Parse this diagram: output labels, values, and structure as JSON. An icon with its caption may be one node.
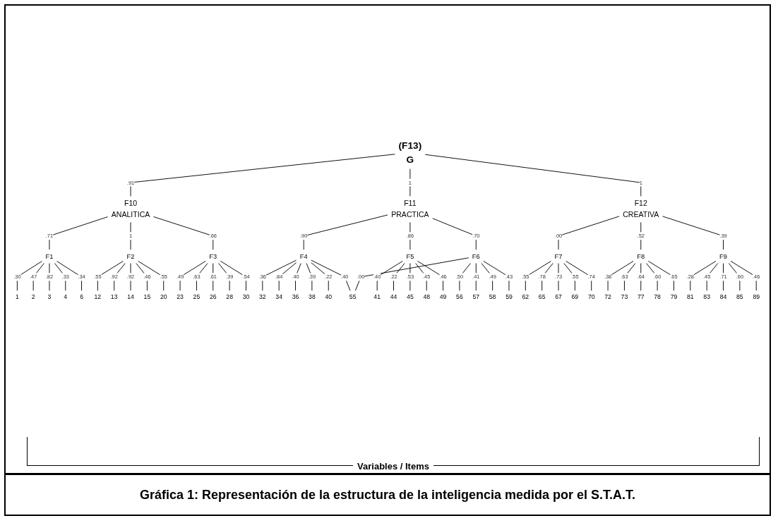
{
  "diagram": {
    "caption": "Gráfica 1: Representación de la estructura de la inteligencia medida por el S.T.A.T.",
    "nodes": [
      {
        "text": [
          "(F13)",
          "G"
        ]
      },
      {
        "text": [
          "F10",
          "ANALITICA"
        ]
      },
      {
        "text": [
          "F11",
          "PRACTICA"
        ]
      },
      {
        "text": [
          "F12",
          "CREATIVA"
        ]
      },
      {
        "text": [
          "F1"
        ]
      },
      {
        "text": [
          "F2"
        ]
      },
      {
        "text": [
          "F3"
        ]
      },
      {
        "text": [
          "F4"
        ]
      },
      {
        "text": [
          "F5"
        ]
      },
      {
        "text": [
          "F6"
        ]
      },
      {
        "text": [
          "F7"
        ]
      },
      {
        "text": [
          "F8"
        ]
      },
      {
        "text": [
          "F9"
        ]
      },
      {
        "text": [
          "1"
        ]
      },
      {
        "text": [
          "2"
        ]
      },
      {
        "text": [
          "3"
        ]
      },
      {
        "text": [
          "4"
        ]
      },
      {
        "text": [
          "6"
        ]
      },
      {
        "text": [
          "12"
        ]
      },
      {
        "text": [
          "13"
        ]
      },
      {
        "text": [
          "14"
        ]
      },
      {
        "text": [
          "15"
        ]
      },
      {
        "text": [
          "20"
        ]
      },
      {
        "text": [
          "23"
        ]
      },
      {
        "text": [
          "25"
        ]
      },
      {
        "text": [
          "26"
        ]
      },
      {
        "text": [
          "28"
        ]
      },
      {
        "text": [
          "30"
        ]
      },
      {
        "text": [
          "32"
        ]
      },
      {
        "text": [
          "34"
        ]
      },
      {
        "text": [
          "36"
        ]
      },
      {
        "text": [
          "38"
        ]
      },
      {
        "text": [
          "40"
        ]
      },
      {
        "text": [
          "41"
        ]
      },
      {
        "text": [
          "44"
        ]
      },
      {
        "text": [
          "45"
        ]
      },
      {
        "text": [
          "48"
        ]
      },
      {
        "text": [
          "49"
        ]
      },
      {
        "text": [
          "55"
        ]
      },
      {
        "text": [
          "56"
        ]
      },
      {
        "text": [
          "57"
        ]
      },
      {
        "text": [
          "58"
        ]
      },
      {
        "text": [
          "59"
        ]
      },
      {
        "text": [
          "62"
        ]
      },
      {
        "text": [
          "65"
        ]
      },
      {
        "text": [
          "67"
        ]
      },
      {
        "text": [
          "69"
        ]
      },
      {
        "text": [
          "70"
        ]
      },
      {
        "text": [
          "72"
        ]
      },
      {
        "text": [
          "73"
        ]
      },
      {
        "text": [
          "77"
        ]
      },
      {
        "text": [
          "78"
        ]
      },
      {
        "text": [
          "79"
        ]
      },
      {
        "text": [
          "81"
        ]
      },
      {
        "text": [
          "83"
        ]
      },
      {
        "text": [
          "84"
        ]
      },
      {
        "text": [
          "85"
        ]
      },
      {
        "text": [
          "89"
        ]
      }
    ],
    "edges": [
      {
        "from": 0,
        "to": 1,
        "arrow": "none",
        "label": ".91"
      },
      {
        "from": 0,
        "to": 2,
        "arrow": "none",
        "label": "1"
      },
      {
        "from": 0,
        "to": 3,
        "arrow": "none",
        "label": "1"
      },
      {
        "from": 1,
        "to": 4,
        "arrow": "none",
        "label": ".71"
      },
      {
        "from": 1,
        "to": 5,
        "arrow": "none",
        "label": "1"
      },
      {
        "from": 1,
        "to": 6,
        "arrow": "none",
        "label": ".66"
      },
      {
        "from": 2,
        "to": 7,
        "arrow": "none",
        "label": ".90"
      },
      {
        "from": 2,
        "to": 8,
        "arrow": "none",
        "label": ".86"
      },
      {
        "from": 2,
        "to": 9,
        "arrow": "none",
        "label": ".70"
      },
      {
        "from": 3,
        "to": 10,
        "arrow": "none",
        "label": ".00"
      },
      {
        "from": 3,
        "to": 11,
        "arrow": "none",
        "label": ".52"
      },
      {
        "from": 3,
        "to": 12,
        "arrow": "none",
        "label": ".39"
      },
      {
        "from": 4,
        "to": 13,
        "arrow": "none",
        "label": ".30"
      },
      {
        "from": 4,
        "to": 14,
        "arrow": "none",
        "label": ".47"
      },
      {
        "from": 4,
        "to": 15,
        "arrow": "none",
        "label": ".82"
      },
      {
        "from": 4,
        "to": 16,
        "arrow": "none",
        "label": ".33"
      },
      {
        "from": 4,
        "to": 17,
        "arrow": "none",
        "label": ".34"
      },
      {
        "from": 5,
        "to": 18,
        "arrow": "none",
        "label": ".55"
      },
      {
        "from": 5,
        "to": 19,
        "arrow": "none",
        "label": ".92"
      },
      {
        "from": 5,
        "to": 20,
        "arrow": "none",
        "label": ".92"
      },
      {
        "from": 5,
        "to": 21,
        "arrow": "none",
        "label": ".46"
      },
      {
        "from": 5,
        "to": 22,
        "arrow": "none",
        "label": ".55"
      },
      {
        "from": 6,
        "to": 23,
        "arrow": "none",
        "label": ".49"
      },
      {
        "from": 6,
        "to": 24,
        "arrow": "none",
        "label": ".63"
      },
      {
        "from": 6,
        "to": 25,
        "arrow": "none",
        "label": ".61"
      },
      {
        "from": 6,
        "to": 26,
        "arrow": "none",
        "label": ".39"
      },
      {
        "from": 6,
        "to": 27,
        "arrow": "none",
        "label": ".54"
      },
      {
        "from": 7,
        "to": 28,
        "arrow": "none",
        "label": ".36"
      },
      {
        "from": 7,
        "to": 29,
        "arrow": "none",
        "label": ".84"
      },
      {
        "from": 7,
        "to": 30,
        "arrow": "none",
        "label": ".40"
      },
      {
        "from": 7,
        "to": 31,
        "arrow": "none",
        "label": ".39"
      },
      {
        "from": 7,
        "to": 32,
        "arrow": "none",
        "label": ".22"
      },
      {
        "from": 7,
        "to": 38,
        "arrow": "none",
        "label": ".40"
      },
      {
        "from": 8,
        "to": 33,
        "arrow": "none",
        "label": ".40"
      },
      {
        "from": 8,
        "to": 34,
        "arrow": "none",
        "label": ".22"
      },
      {
        "from": 8,
        "to": 35,
        "arrow": "none",
        "label": ".53"
      },
      {
        "from": 8,
        "to": 36,
        "arrow": "none",
        "label": ".45"
      },
      {
        "from": 8,
        "to": 37,
        "arrow": "none",
        "label": ".46"
      },
      {
        "from": 9,
        "to": 38,
        "arrow": "none",
        "label": ".00"
      },
      {
        "from": 9,
        "to": 39,
        "arrow": "none",
        "label": ".50"
      },
      {
        "from": 9,
        "to": 40,
        "arrow": "none",
        "label": ".41"
      },
      {
        "from": 9,
        "to": 41,
        "arrow": "none",
        "label": ".49"
      },
      {
        "from": 9,
        "to": 42,
        "arrow": "none",
        "label": ".43"
      },
      {
        "from": 10,
        "to": 43,
        "arrow": "none",
        "label": ".55"
      },
      {
        "from": 10,
        "to": 44,
        "arrow": "none",
        "label": ".78"
      },
      {
        "from": 10,
        "to": 45,
        "arrow": "none",
        "label": ".73"
      },
      {
        "from": 10,
        "to": 46,
        "arrow": "none",
        "label": ".55"
      },
      {
        "from": 10,
        "to": 47,
        "arrow": "none",
        "label": ".74"
      },
      {
        "from": 11,
        "to": 48,
        "arrow": "none",
        "label": ".38"
      },
      {
        "from": 11,
        "to": 49,
        "arrow": "none",
        "label": ".63"
      },
      {
        "from": 11,
        "to": 50,
        "arrow": "none",
        "label": ".64"
      },
      {
        "from": 11,
        "to": 51,
        "arrow": "none",
        "label": ".60"
      },
      {
        "from": 11,
        "to": 52,
        "arrow": "none",
        "label": ".65"
      },
      {
        "from": 12,
        "to": 53,
        "arrow": "none",
        "label": ".28"
      },
      {
        "from": 12,
        "to": 54,
        "arrow": "none",
        "label": ".45"
      },
      {
        "from": 12,
        "to": 55,
        "arrow": "none",
        "label": ".71"
      },
      {
        "from": 12,
        "to": 56,
        "arrow": "none",
        "label": ".60"
      },
      {
        "from": 12,
        "to": 57,
        "arrow": "none",
        "label": ".46"
      }
    ],
    "labels": [
      "Variables / Items"
    ]
  }
}
